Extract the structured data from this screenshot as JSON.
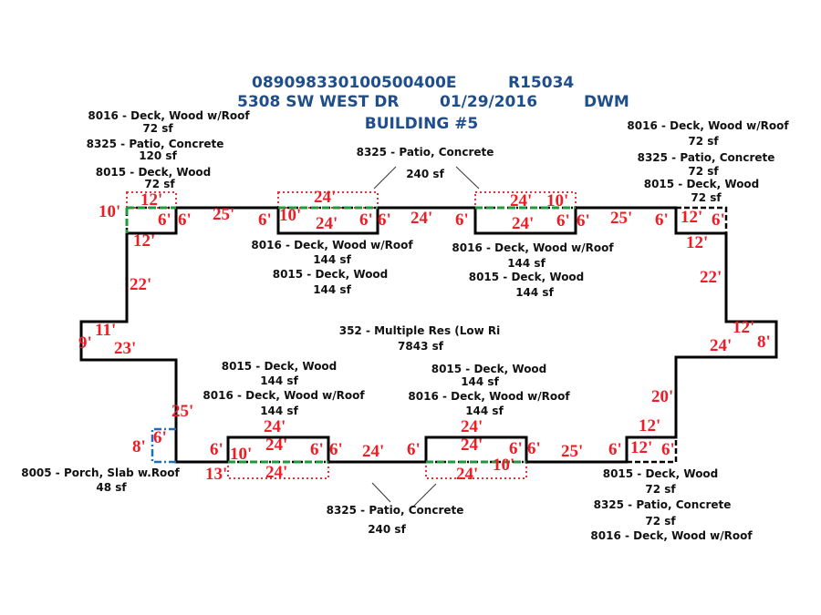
{
  "header": {
    "parcel_id": "089098330100500400E",
    "record_id": "R15034",
    "address": "5308 SW WEST DR",
    "date": "01/29/2016",
    "initials": "DWM",
    "building": "BUILDING #5"
  },
  "main_area": {
    "label": "352 - Multiple Res (Low Ri",
    "area": "7843 sf"
  },
  "labels": {
    "tl_deck_roof": "8016 - Deck, Wood w/Roof",
    "tl_deck_roof_sf": "72 sf",
    "tl_patio": "8325 - Patio, Concrete",
    "tl_patio_sf": "120 sf",
    "tl_deck": "8015 - Deck, Wood",
    "tl_deck_sf": "72 sf",
    "top_patio": "8325 - Patio, Concrete",
    "top_patio_sf": "240 sf",
    "tr_deck_roof": "8016 - Deck, Wood w/Roof",
    "tr_deck_roof_sf": "72 sf",
    "tr_patio": "8325 - Patio, Concrete",
    "tr_patio_sf": "72 sf",
    "tr_deck": "8015 - Deck, Wood",
    "tr_deck_sf": "72 sf",
    "t1_deck_roof": "8016 - Deck, Wood w/Roof",
    "t1_deck_roof_sf": "144 sf",
    "t1_deck": "8015 - Deck, Wood",
    "t1_deck_sf": "144 sf",
    "t2_deck_roof": "8016 - Deck, Wood w/Roof",
    "t2_deck_roof_sf": "144 sf",
    "t2_deck": "8015 - Deck, Wood",
    "t2_deck_sf": "144 sf",
    "b1_deck": "8015 - Deck, Wood",
    "b1_deck_sf": "144 sf",
    "b1_deck_roof": "8016 - Deck, Wood w/Roof",
    "b1_deck_roof_sf": "144 sf",
    "b2_deck": "8015 - Deck, Wood",
    "b2_deck_sf": "144 sf",
    "b2_deck_roof": "8016 - Deck, Wood w/Roof",
    "b2_deck_roof_sf": "144 sf",
    "porch": "8005 - Porch, Slab w.Roof",
    "porch_sf": "48 sf",
    "bottom_patio": "8325 - Patio, Concrete",
    "bottom_patio_sf": "240 sf",
    "br_deck": "8015 - Deck, Wood",
    "br_deck_sf": "72 sf",
    "br_patio": "8325 - Patio, Concrete",
    "br_patio_sf": "72 sf",
    "br_deck_roof": "8016 - Deck, Wood w/Roof"
  },
  "dims": [
    "10'",
    "12'",
    "6'",
    "6'",
    "12'",
    "25'",
    "6'",
    "10'",
    "24'",
    "24'",
    "6'",
    "6'",
    "24'",
    "6'",
    "24'",
    "24'",
    "10'",
    "6'",
    "6'",
    "25'",
    "6'",
    "12'",
    "6'",
    "12'",
    "22'",
    "22'",
    "11'",
    "9'",
    "23'",
    "12'",
    "24'",
    "8'",
    "20'",
    "12'",
    "12'",
    "6'",
    "25'",
    "8'",
    "6'",
    "6'",
    "10'",
    "24'",
    "24'",
    "6'",
    "6'",
    "24'",
    "6'",
    "24'",
    "13'",
    "24'",
    "24'",
    "6'",
    "6'",
    "10'",
    "24'",
    "25'",
    "6'"
  ],
  "colors": {
    "title": "#1f4e8c",
    "dimension": "#ee1c24",
    "deck": "#1e9a3c",
    "patio": "#e8323a",
    "porch": "#1e6fc0"
  }
}
